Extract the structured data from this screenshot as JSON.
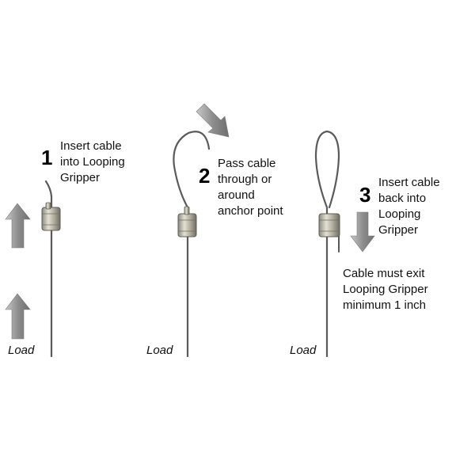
{
  "steps": [
    {
      "number": "1",
      "text": "Insert cable\ninto Looping\nGripper"
    },
    {
      "number": "2",
      "text": "Pass cable\nthrough or\naround\nanchor point"
    },
    {
      "number": "3",
      "text": "Insert cable\nback into\nLooping\nGripper"
    }
  ],
  "note": "Cable must exit\nLooping Gripper\nminimum 1 inch",
  "load_label": "Load",
  "colors": {
    "cable": "#5a5a5a",
    "gripper": "#b9b6a8",
    "arrow": "#9a9a9a"
  }
}
